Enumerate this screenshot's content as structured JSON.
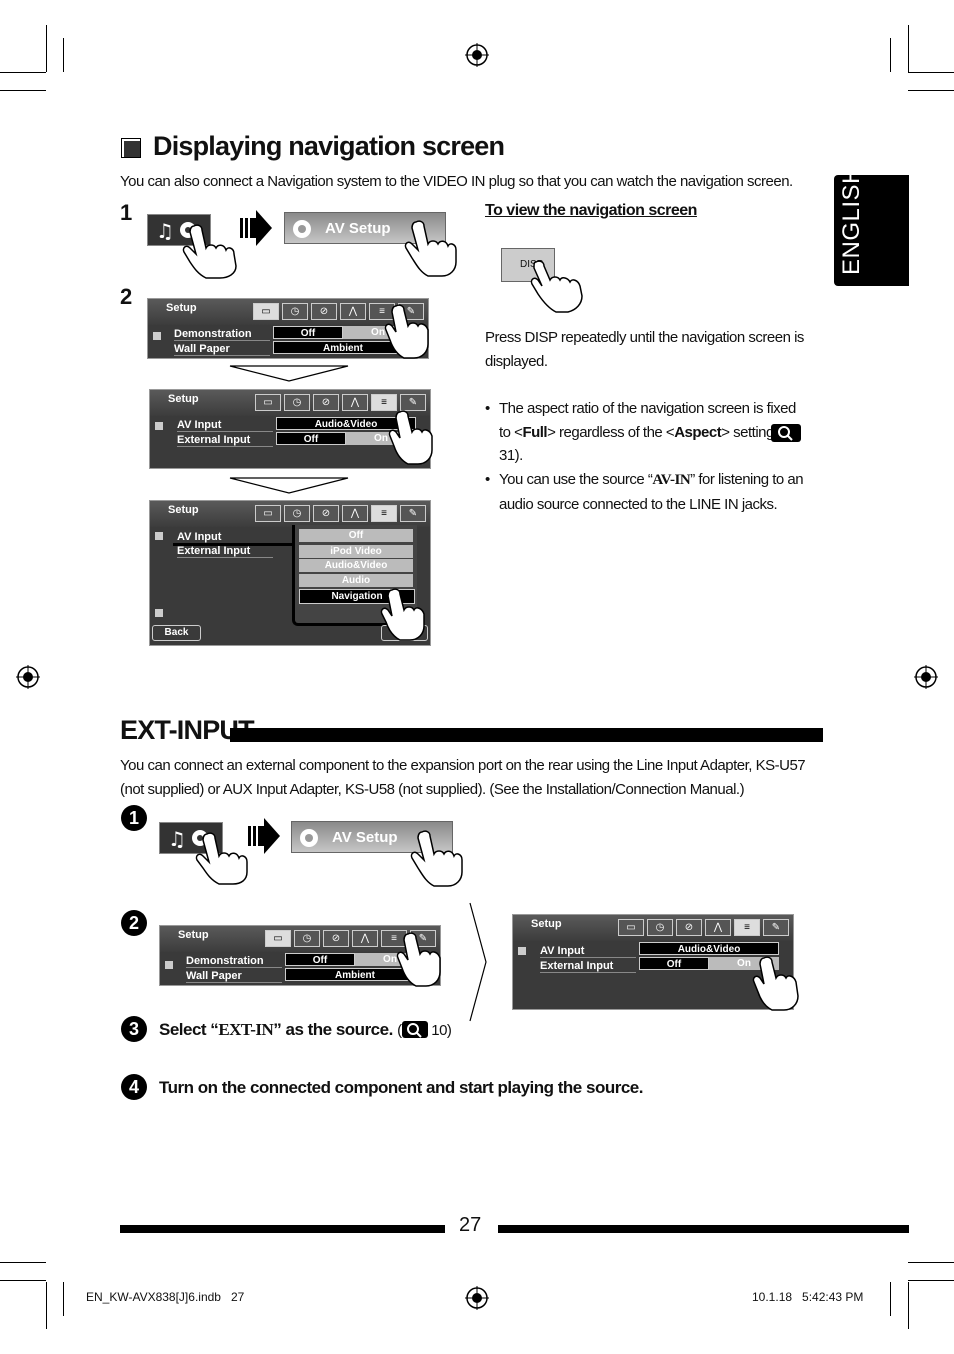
{
  "section1": {
    "title": "Displaying navigation screen",
    "intro": "You can also connect a Navigation system to the VIDEO IN plug so that you can watch the navigation screen.",
    "step1_num": "1",
    "step2_num": "2",
    "av_setup_label": "AV Setup",
    "screens": {
      "setup_title": "Setup",
      "demonstration": "Demonstration",
      "wall_paper": "Wall Paper",
      "off": "Off",
      "on": "On",
      "ambient": "Ambient",
      "av_input": "AV Input",
      "external_input": "External Input",
      "audio_video": "Audio&Video",
      "menu": [
        "Off",
        "iPod Video",
        "Audio&Video",
        "Audio",
        "Navigation"
      ],
      "back": "Back"
    },
    "view_nav_heading": "To view the navigation screen",
    "disp_label": "DISP",
    "press_disp": "Press DISP repeatedly until the navigation screen is displayed.",
    "bullet1": {
      "pre": "The aspect ratio of the navigation screen is fixed to <",
      "full": "Full",
      "mid": "> regardless of the <",
      "aspect": "Aspect",
      "post": "> setting (",
      "ref": "31)."
    },
    "bullet2": {
      "pre": "You can use the source “",
      "avin": "AV-IN",
      "post": "” for listening to an audio source connected to the LINE IN jacks."
    }
  },
  "sidebar": {
    "language": "ENGLISH"
  },
  "section2": {
    "title": "EXT-INPUT",
    "intro": "You can connect an external component to the expansion port on the rear using the Line Input Adapter, KS-U57 (not supplied) or AUX Input Adapter, KS-U58 (not supplied). (See the Installation/Connection Manual.)",
    "step_nums": [
      "1",
      "2",
      "3",
      "4"
    ],
    "av_setup_label": "AV Setup",
    "step3_pre": "Select “",
    "step3_src": "EXT-IN",
    "step3_post": "” as the source.",
    "step3_ref": "10)",
    "step4": "Turn on the connected component and start playing the source."
  },
  "footer": {
    "page_number": "27",
    "file": "EN_KW-AVX838[J]6.indb   27",
    "timestamp": "10.1.18   5:42:43 PM"
  }
}
